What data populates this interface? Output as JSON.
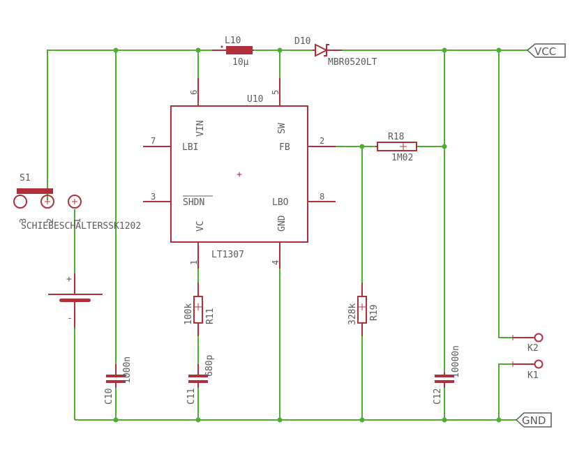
{
  "colors": {
    "wire": "#4caf30",
    "part": "#b0303a",
    "text": "#5a5a5a"
  },
  "ic": {
    "name": "U10",
    "value": "LT1307",
    "pins": {
      "vin": {
        "num": "6",
        "label": "VIN"
      },
      "sw": {
        "num": "5",
        "label": "SW"
      },
      "lbi": {
        "num": "7",
        "label": "LBI"
      },
      "fb": {
        "num": "2",
        "label": "FB"
      },
      "shdn": {
        "num": "3",
        "label": "SHDN"
      },
      "lbo": {
        "num": "8",
        "label": "LBO"
      },
      "vc": {
        "num": "1",
        "label": "VC"
      },
      "gnd": {
        "num": "4",
        "label": "GND"
      }
    }
  },
  "inductor": {
    "name": "L10",
    "value": "10µ"
  },
  "diode": {
    "name": "D10",
    "value": "MBR0520LT"
  },
  "r18": {
    "name": "R18",
    "value": "1M02"
  },
  "r11": {
    "name": "R11",
    "value": "100k"
  },
  "r19": {
    "name": "R19",
    "value": "328k"
  },
  "c10": {
    "name": "C10",
    "value": "1000n"
  },
  "c11": {
    "name": "C11",
    "value": "680p"
  },
  "c12": {
    "name": "C12",
    "value": "10000n"
  },
  "switch": {
    "name": "S1",
    "value": "SCHIEBESCHALTERSSK1202",
    "pin3": "3",
    "pin2": "2",
    "pin1": "1"
  },
  "battery": {
    "plus": "+",
    "minus": "-"
  },
  "supply": {
    "vcc": "VCC",
    "gnd": "GND"
  },
  "connectors": {
    "k1": "K1",
    "k2": "K2"
  }
}
